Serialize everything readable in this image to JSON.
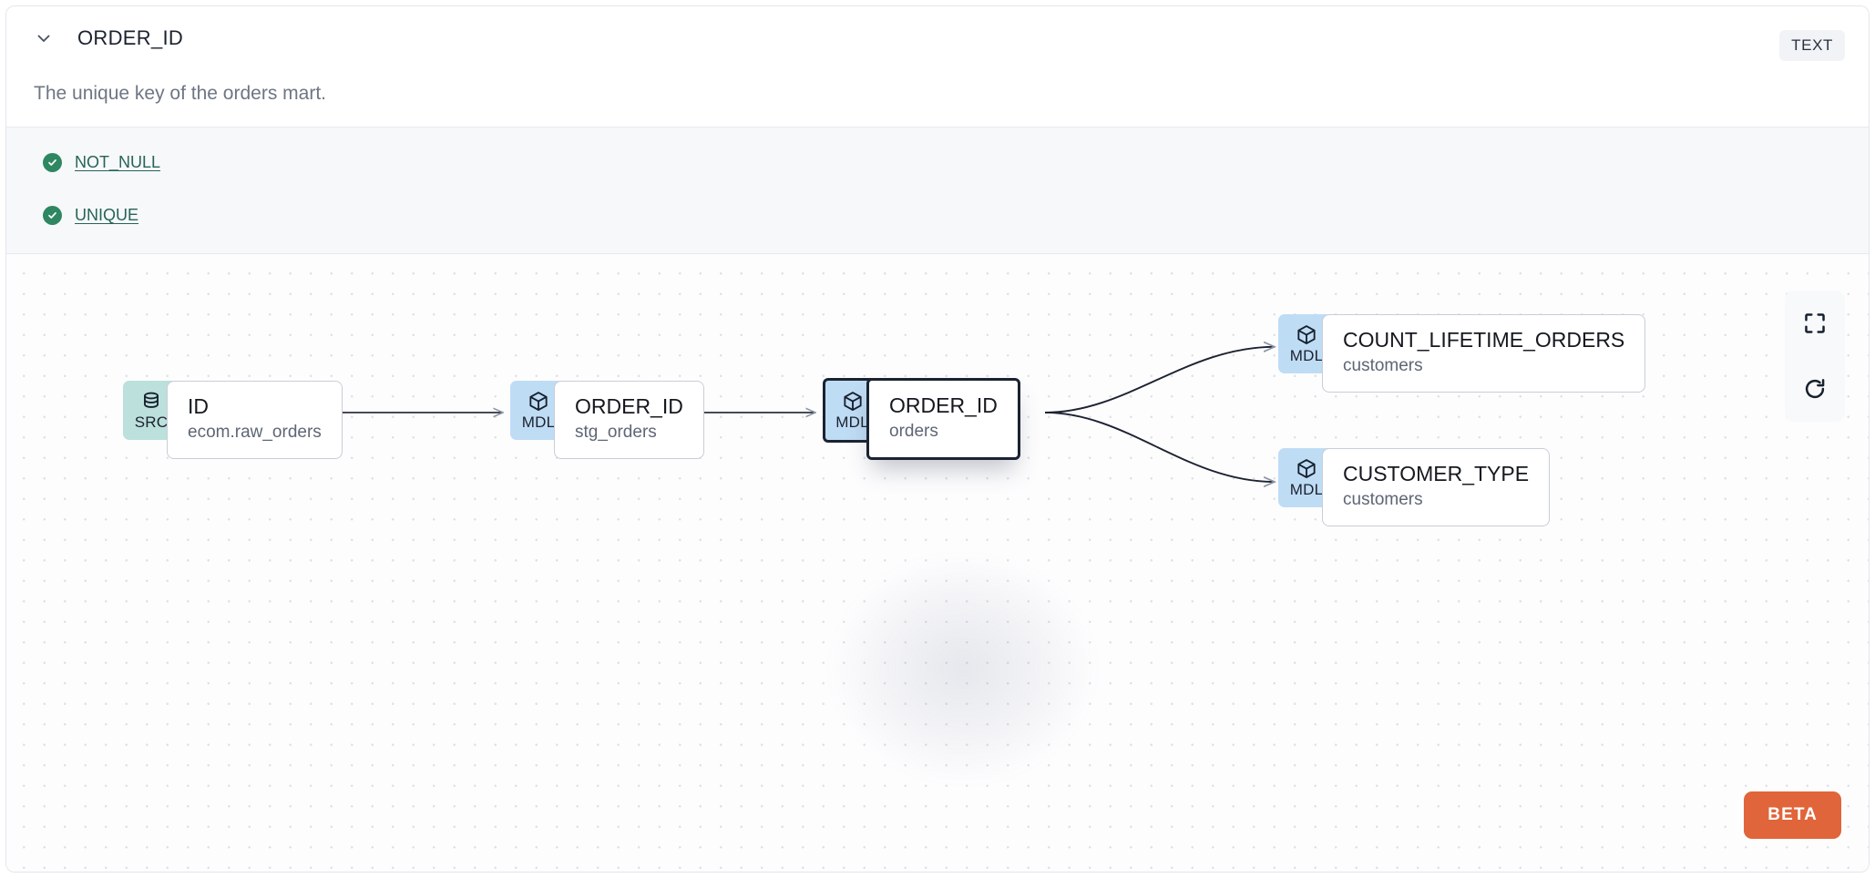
{
  "header": {
    "collapse_icon": "chevron-down-icon",
    "title": "ORDER_ID",
    "type_badge": "TEXT",
    "description": "The unique key of the orders mart."
  },
  "tests": {
    "items": [
      {
        "icon": "check-circle-icon",
        "label": "NOT_NULL",
        "status": "passed"
      },
      {
        "icon": "check-circle-icon",
        "label": "UNIQUE",
        "status": "passed"
      }
    ]
  },
  "lineage": {
    "nodes": [
      {
        "id": "src-id",
        "badge": "SRC",
        "badge_icon": "database-icon",
        "name": "ID",
        "subtitle": "ecom.raw_orders",
        "selected": false
      },
      {
        "id": "mdl-stg-orders",
        "badge": "MDL",
        "badge_icon": "cube-icon",
        "name": "ORDER_ID",
        "subtitle": "stg_orders",
        "selected": false
      },
      {
        "id": "mdl-orders",
        "badge": "MDL",
        "badge_icon": "cube-icon",
        "name": "ORDER_ID",
        "subtitle": "orders",
        "selected": true
      },
      {
        "id": "mdl-count-lifetime-orders",
        "badge": "MDL",
        "badge_icon": "cube-icon",
        "name": "COUNT_LIFETIME_ORDERS",
        "subtitle": "customers",
        "selected": false
      },
      {
        "id": "mdl-customer-type",
        "badge": "MDL",
        "badge_icon": "cube-icon",
        "name": "CUSTOMER_TYPE",
        "subtitle": "customers",
        "selected": false
      }
    ],
    "toolbar": [
      {
        "icon": "fit-view-icon",
        "name": "fit-view-button"
      },
      {
        "icon": "refresh-icon",
        "name": "refresh-button"
      }
    ],
    "beta_label": "BETA"
  },
  "colors": {
    "src_badge": "#BCE0DC",
    "mdl_badge": "#BFDCF5",
    "test_pass": "#2E8761",
    "test_link": "#256455",
    "beta": "#E0653A",
    "selected_border": "#1B2330"
  }
}
